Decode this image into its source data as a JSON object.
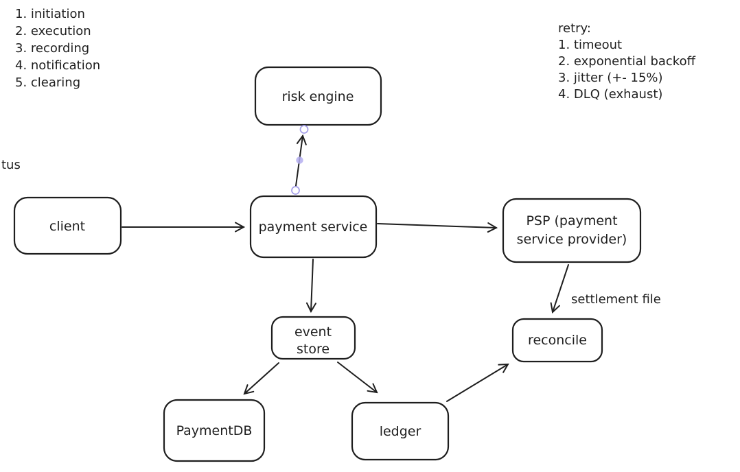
{
  "canvas": {
    "background": "#ffffff",
    "stroke_color": "#1e1e1e",
    "selection_color": "#a7a1ea"
  },
  "annotations": {
    "steps_list": [
      "1. initiation",
      "2. execution",
      "3. recording",
      "4. notification",
      "5. clearing"
    ],
    "retry_title": "retry:",
    "retry_list": [
      "1. timeout",
      "2. exponential backoff",
      "3. jitter (+- 15%)",
      "4. DLQ (exhaust)"
    ],
    "clipped_left_text": "tus",
    "settlement_label": "settlement file"
  },
  "nodes": {
    "risk_engine": {
      "label": "risk engine"
    },
    "client": {
      "label": "client"
    },
    "payment_service": {
      "label": "payment service"
    },
    "psp": {
      "label_line1": "PSP (payment",
      "label_line2": "service provider)"
    },
    "event_store": {
      "label_line1": "event",
      "label_line2": "store"
    },
    "reconcile": {
      "label": "reconcile"
    },
    "payment_db": {
      "label": "PaymentDB"
    },
    "ledger": {
      "label": "ledger"
    }
  }
}
